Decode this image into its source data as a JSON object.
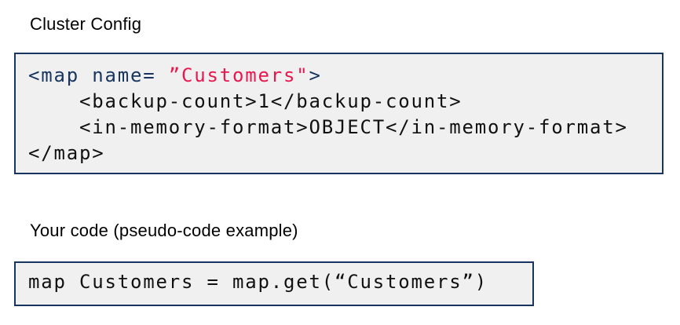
{
  "colors": {
    "navy": "#17355e",
    "red": "#e8174f",
    "code_background": "#f0f0f0",
    "code_border": "#17355e",
    "code_text": "#111111",
    "page_background": "#ffffff"
  },
  "cluster_config": {
    "heading": "Cluster Config",
    "code": {
      "line1_tag_open": "<map name= ",
      "line1_attr_value": "”Customers\"",
      "line1_tag_close": ">",
      "line2": "    <backup-count>1</backup-count>",
      "line3": "    <in-memory-format>OBJECT</in-memory-format>",
      "line4": "</map>"
    }
  },
  "your_code": {
    "heading": "Your code (pseudo-code example)",
    "code_line": "map Customers = map.get(“Customers”)"
  }
}
